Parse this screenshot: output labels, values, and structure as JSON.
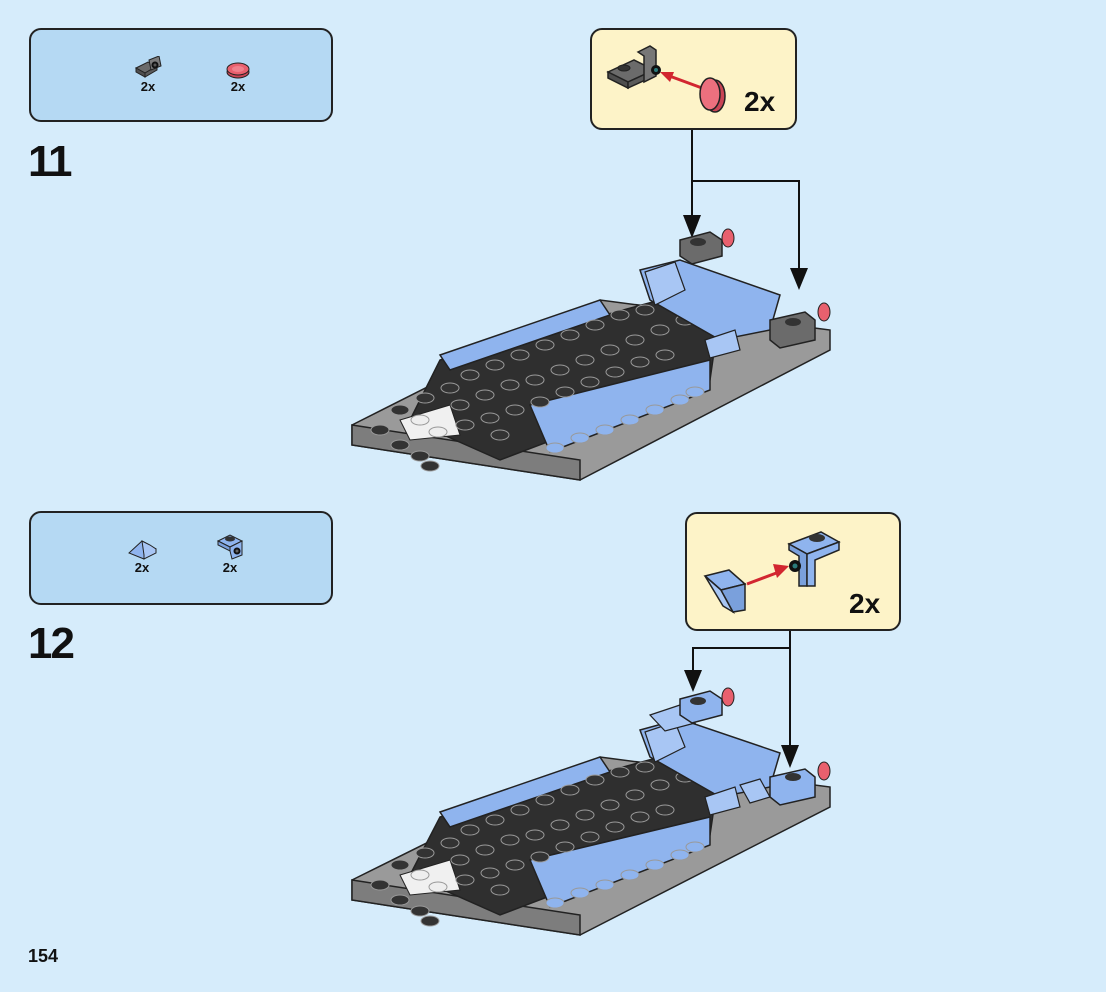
{
  "page": {
    "number": "154",
    "background": "#d6ecfb"
  },
  "steps": [
    {
      "number": "11",
      "parts": [
        {
          "name": "dark-bluish-gray bracket 1x1-1x1 with pin hole",
          "qty": "2x",
          "color": "#6b6b6b"
        },
        {
          "name": "trans-red round tile 1x1",
          "qty": "2x",
          "color": "#e8606e"
        }
      ],
      "callout": {
        "qty": "2x",
        "description": "Attach trans-red round tile to bracket"
      }
    },
    {
      "number": "12",
      "parts": [
        {
          "name": "medium-blue slope 30 1x1x2/3",
          "qty": "2x",
          "color": "#8fb4ee"
        },
        {
          "name": "medium-blue bracket 1x1-1x1 with pin hole",
          "qty": "2x",
          "color": "#8fb4ee"
        }
      ],
      "callout": {
        "qty": "2x",
        "description": "Attach slope to bracket"
      }
    }
  ],
  "colors": {
    "parts_box": "#b5d9f3",
    "callout": "#fdf3c8",
    "arrow_red": "#d22630",
    "stud_black": "#2b2b2b",
    "plate_gray": "#a0a0a0",
    "blue": "#8fb4ee"
  }
}
